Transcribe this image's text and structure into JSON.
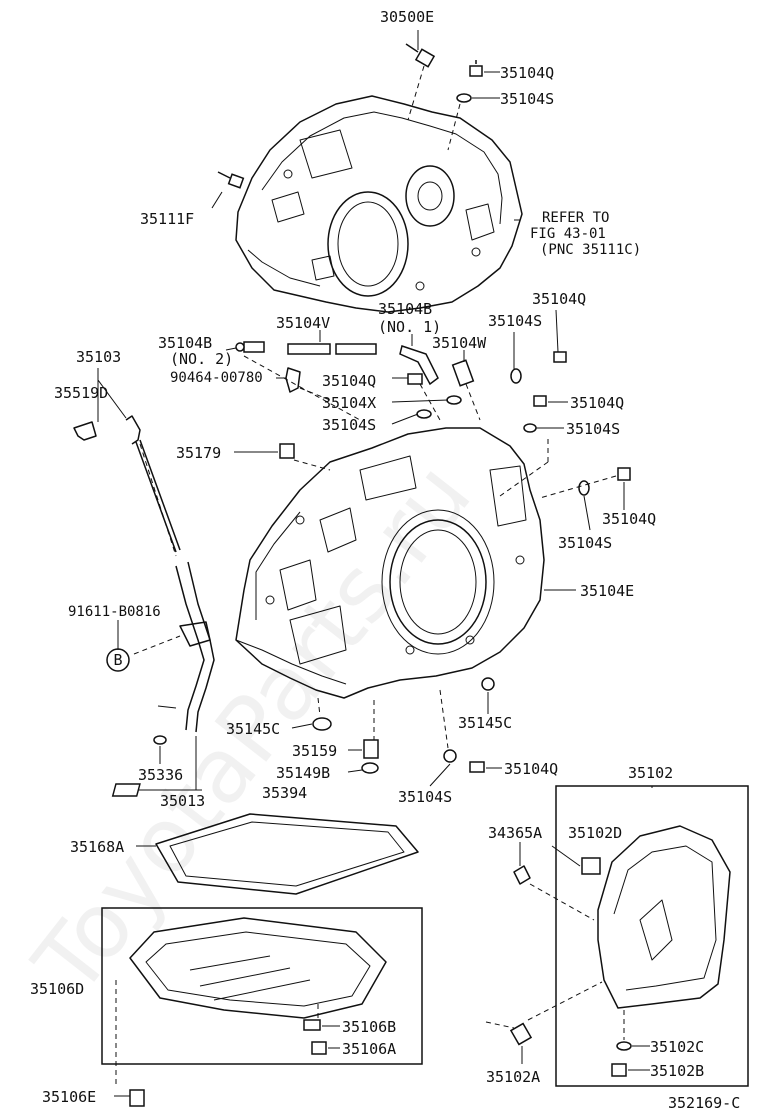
{
  "watermark": "ToyotaParts.ru",
  "figure_number": "352169-C",
  "refer_note": {
    "line1": "REFER TO",
    "line2": "FIG 43-01",
    "line3": "(PNC 35111C)"
  },
  "labels": {
    "p30500E": "30500E",
    "p35104Q_a": "35104Q",
    "p35104S_a": "35104S",
    "p35111F": "35111F",
    "p35104V": "35104V",
    "p35104B_no1": "35104B",
    "no1": "(NO. 1)",
    "p35104Q_b": "35104Q",
    "p35104B_no2": "35104B",
    "no2": "(NO. 2)",
    "p35103": "35103",
    "p35104S_b": "35104S",
    "p35104W": "35104W",
    "p90464": "90464-00780",
    "p35104Q_c": "35104Q",
    "p35519D": "35519D",
    "p35104X": "35104X",
    "p35104Q_d": "35104Q",
    "p35104S_c": "35104S",
    "p35104S_d": "35104S",
    "p35179": "35179",
    "p35104Q_e": "35104Q",
    "p35104S_e": "35104S",
    "p35104E": "35104E",
    "p91611": "91611-B0816",
    "bubbleB": "B",
    "p35145C_a": "35145C",
    "p35145C_b": "35145C",
    "p35159": "35159",
    "p35336": "35336",
    "p35149B": "35149B",
    "p35104Q_f": "35104Q",
    "p35102": "35102",
    "p35013": "35013",
    "p35394": "35394",
    "p35104S_f": "35104S",
    "p35168A": "35168A",
    "p34365A": "34365A",
    "p35102D": "35102D",
    "p35106D": "35106D",
    "p35106B": "35106B",
    "p35106A": "35106A",
    "p35102C": "35102C",
    "p35102A": "35102A",
    "p35102B": "35102B",
    "p35106E": "35106E"
  }
}
